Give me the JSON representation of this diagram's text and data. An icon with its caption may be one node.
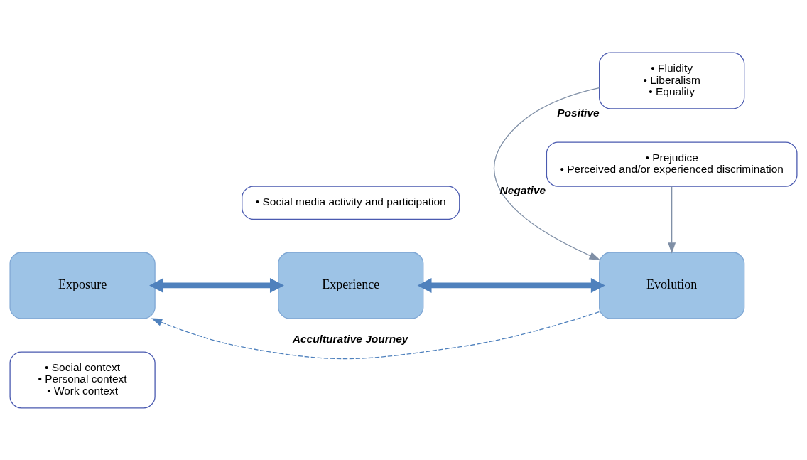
{
  "diagram": {
    "nodes": [
      {
        "text": [
          "• Social context",
          "• Personal context",
          "• Work context"
        ]
      },
      {
        "text": [
          "Exposure"
        ]
      },
      {
        "text": [
          "• Social media activity and participation"
        ]
      },
      {
        "text": [
          "Experience"
        ]
      },
      {
        "text": [
          "• Fluidity",
          "• Liberalism",
          "• Equality"
        ],
        "beside": [
          "Positive"
        ]
      },
      {
        "text": [
          "Evolution"
        ]
      },
      {
        "text": [
          "• Prejudice",
          "• Perceived and/or experienced discrimination"
        ],
        "beside": [
          "Negative"
        ]
      }
    ],
    "edges": [
      {
        "from": 1,
        "to": 3,
        "arrow": "both",
        "style": "thick"
      },
      {
        "from": 3,
        "to": 5,
        "arrow": "both",
        "style": "thick"
      },
      {
        "from": 4,
        "to": 5,
        "arrow": "to"
      },
      {
        "from": 6,
        "to": 5,
        "arrow": "to"
      },
      {
        "from": 5,
        "to": 1,
        "arrow": "to",
        "style": "dashed",
        "label": "Acculturative Journey"
      }
    ]
  }
}
